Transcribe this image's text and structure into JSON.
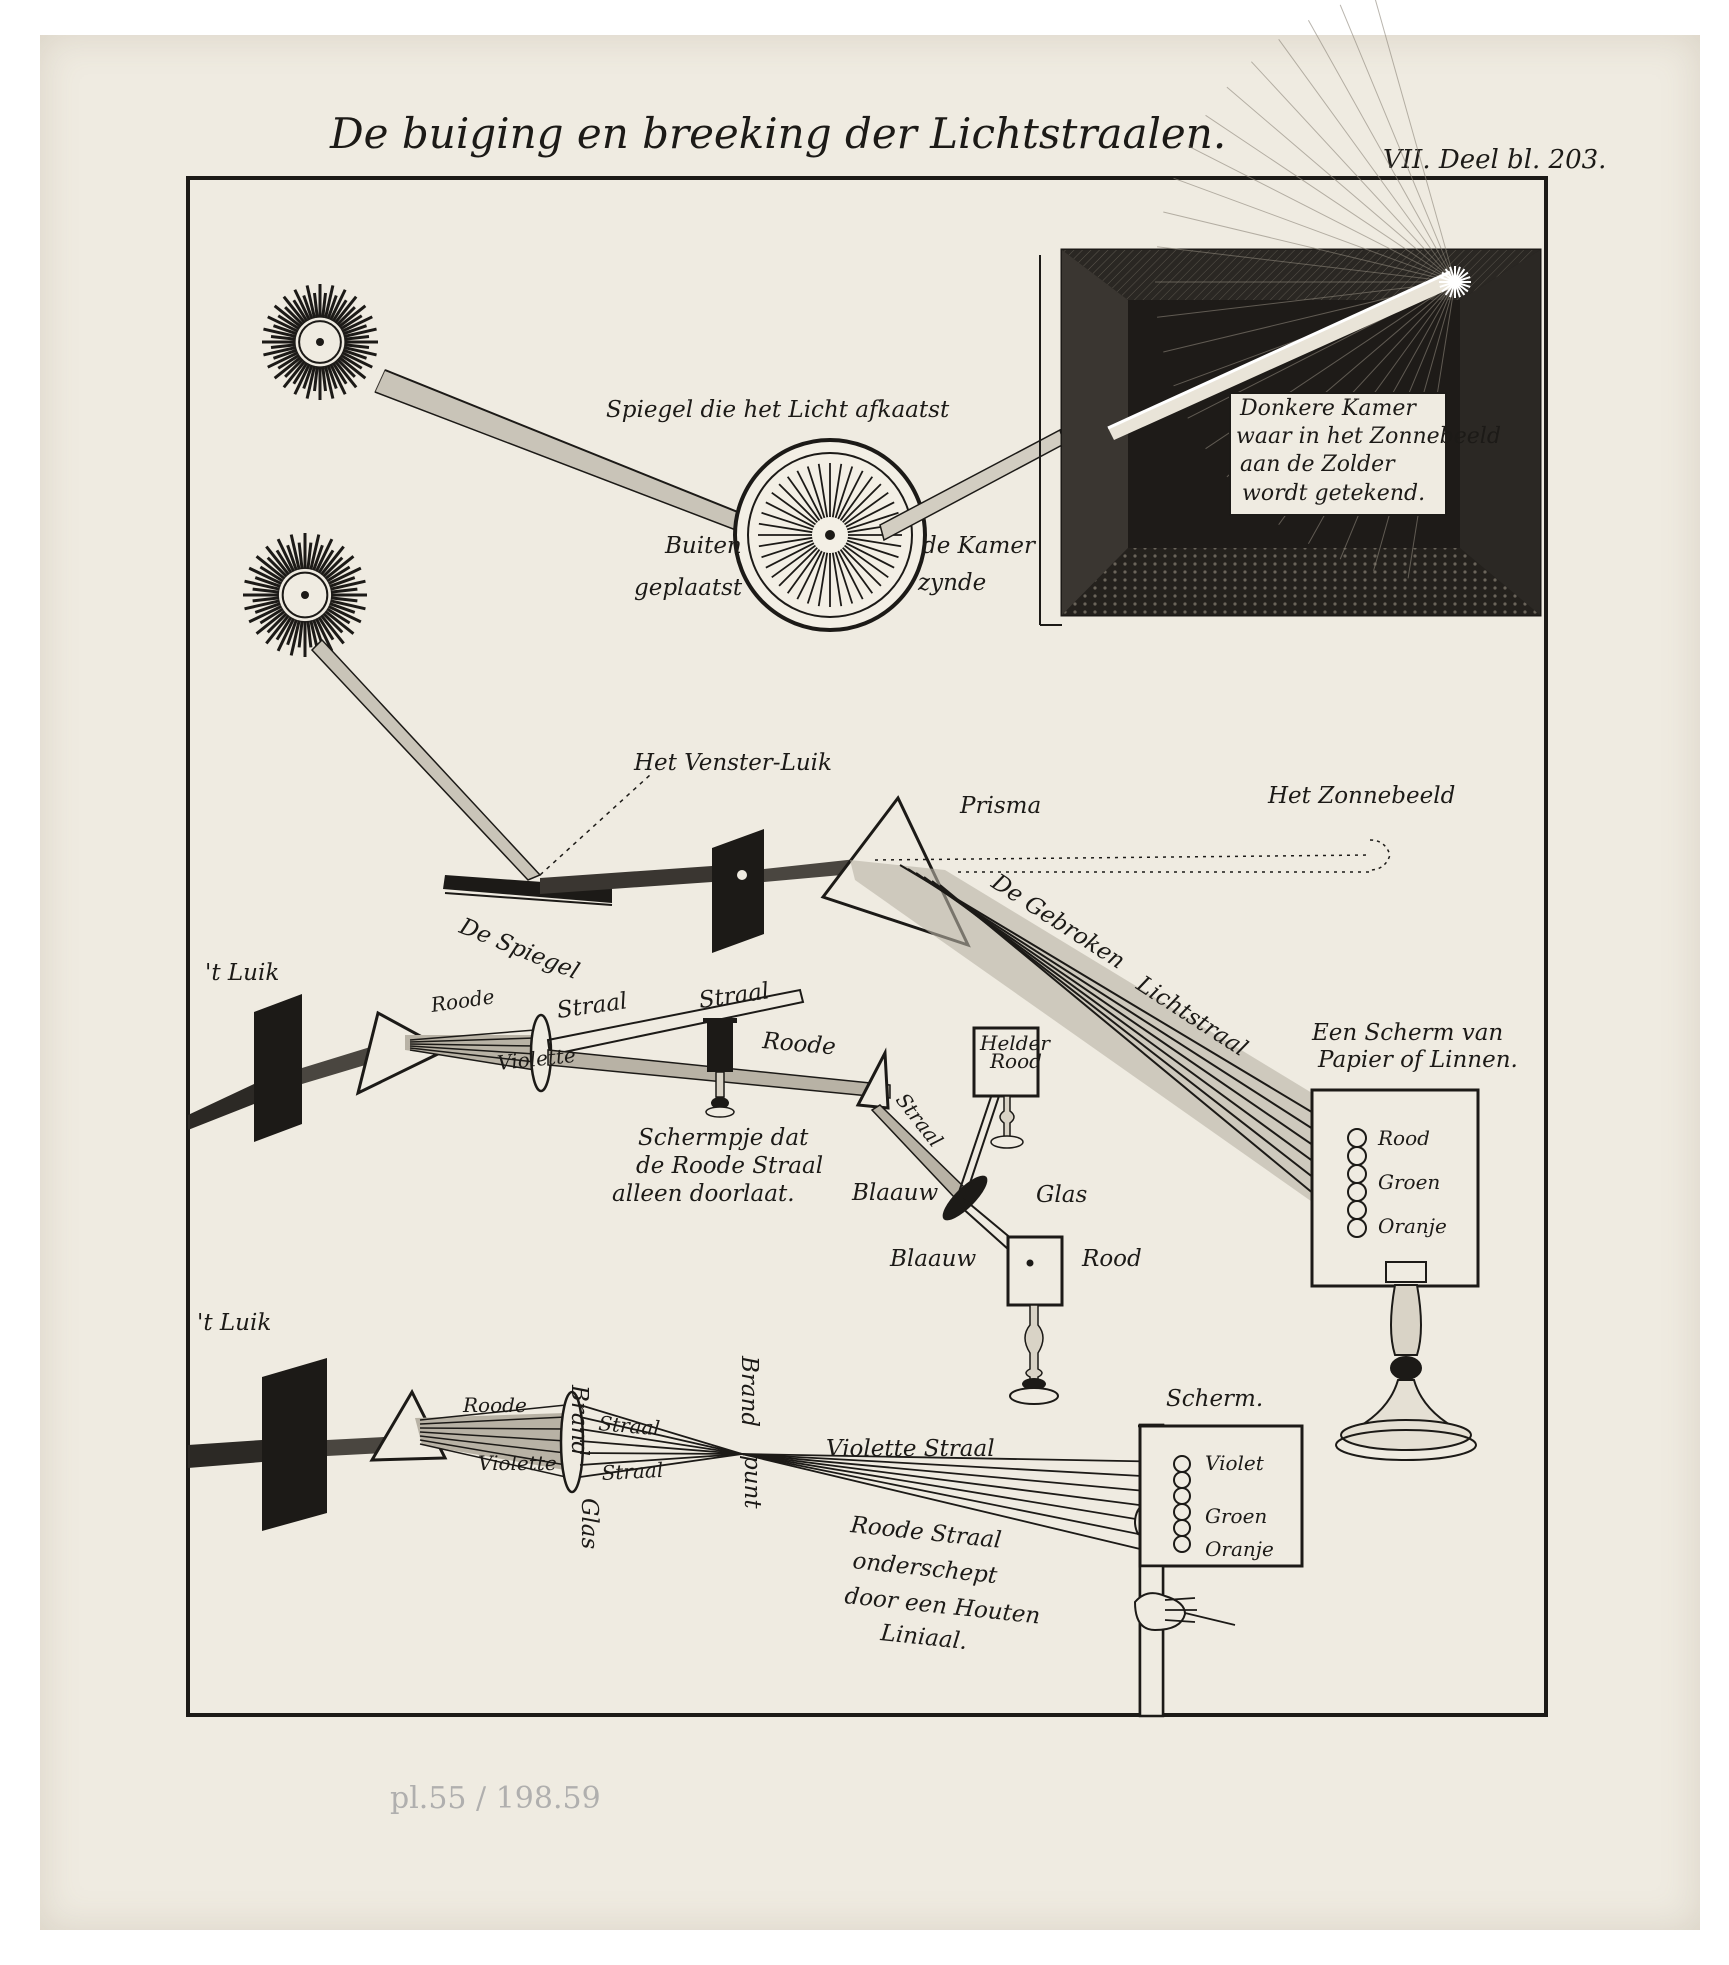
{
  "colors": {
    "paper": "#efebe1",
    "ink": "#1c1a17",
    "pencil": "#7d7f86"
  },
  "header": {
    "title": "De buiging en breeking der Lichtstraalen.",
    "page_ref": "VII. Deel bl. 203."
  },
  "fig1": {
    "mirror_caption": "Spiegel die het Licht afkaatst",
    "left_1": "Buiten",
    "left_2": "geplaatst",
    "right_1": "de Kamer",
    "right_2": "zynde",
    "room": [
      "Donkere Kamer",
      "waar in het Zonnebeeld",
      "aan de Zolder",
      "wordt getekend."
    ]
  },
  "fig2": {
    "shutter": "Het Venster-Luik",
    "prism": "Prisma",
    "image": "Het Zonnebeeld",
    "mirror": "De Spiegel",
    "refracted_1": "De Gebroken",
    "refracted_2": "Lichtstraal",
    "screen_1": "Een Scherm van",
    "screen_2": "Papier of Linnen.",
    "colors": [
      "Rood",
      "Groen",
      "Oranje"
    ]
  },
  "fig3": {
    "luik": "'t Luik",
    "roode": "Roode",
    "straal": "Straal",
    "straal2": "Straal",
    "violette": "Violette",
    "roode2": "Roode",
    "screen_1": "Schermpje dat",
    "screen_2": "de Roode Straal",
    "screen_3": "alleen doorlaat.",
    "helder_1": "Helder",
    "helder_2": "Rood",
    "straal3": "Straal",
    "blaauw": "Blaauw",
    "glas": "Glas",
    "blaauw2": "Blaauw",
    "rood": "Rood"
  },
  "fig4": {
    "luik": "'t Luik",
    "brand": "Brand",
    "brandpunt_1": "Brand",
    "brandpunt_2": "punt",
    "roode": "Roode",
    "straal_a": "Straal",
    "violette": "Violette",
    "straal_b": "Straal",
    "glas": "Glas",
    "violette_straal": "Violette Straal",
    "scherm": "Scherm.",
    "colors": [
      "Violet",
      "Groen",
      "Oranje"
    ],
    "ruler": [
      "Roode Straal",
      "onderschept",
      "door een Houten",
      "Liniaal."
    ]
  },
  "pencil_mark": "pl.55 / 198.59"
}
